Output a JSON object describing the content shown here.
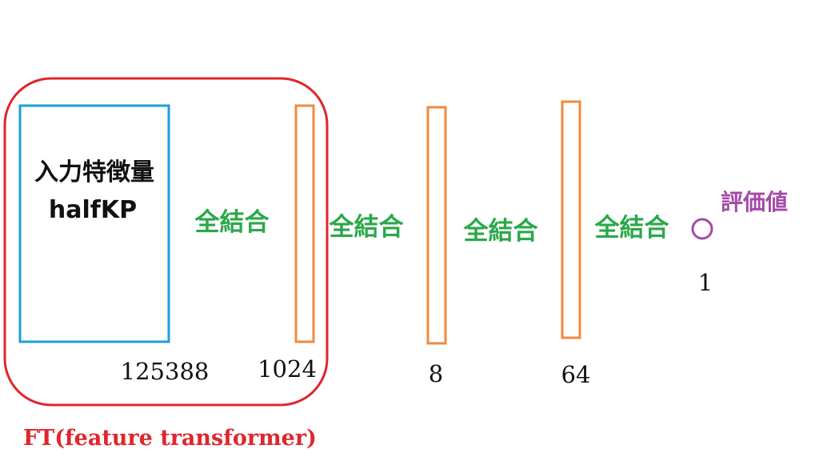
{
  "colors": {
    "ft_border": "#e0262c",
    "input_border": "#1a9edb",
    "layer_border": "#f28a3c",
    "connection_text": "#2aa84a",
    "output": "#a44aa8",
    "text": "#111111"
  },
  "input": {
    "title": "入力特徴量",
    "subtitle": "halfKP",
    "size": "125388"
  },
  "layers": [
    {
      "size": "1024"
    },
    {
      "size": "8"
    },
    {
      "size": "64"
    }
  ],
  "connections": [
    {
      "label": "全結合"
    },
    {
      "label": "全結合"
    },
    {
      "label": "全結合"
    },
    {
      "label": "全結合"
    }
  ],
  "output": {
    "label": "評価値",
    "size": "1"
  },
  "ft": {
    "label": "FT(feature transformer)"
  }
}
